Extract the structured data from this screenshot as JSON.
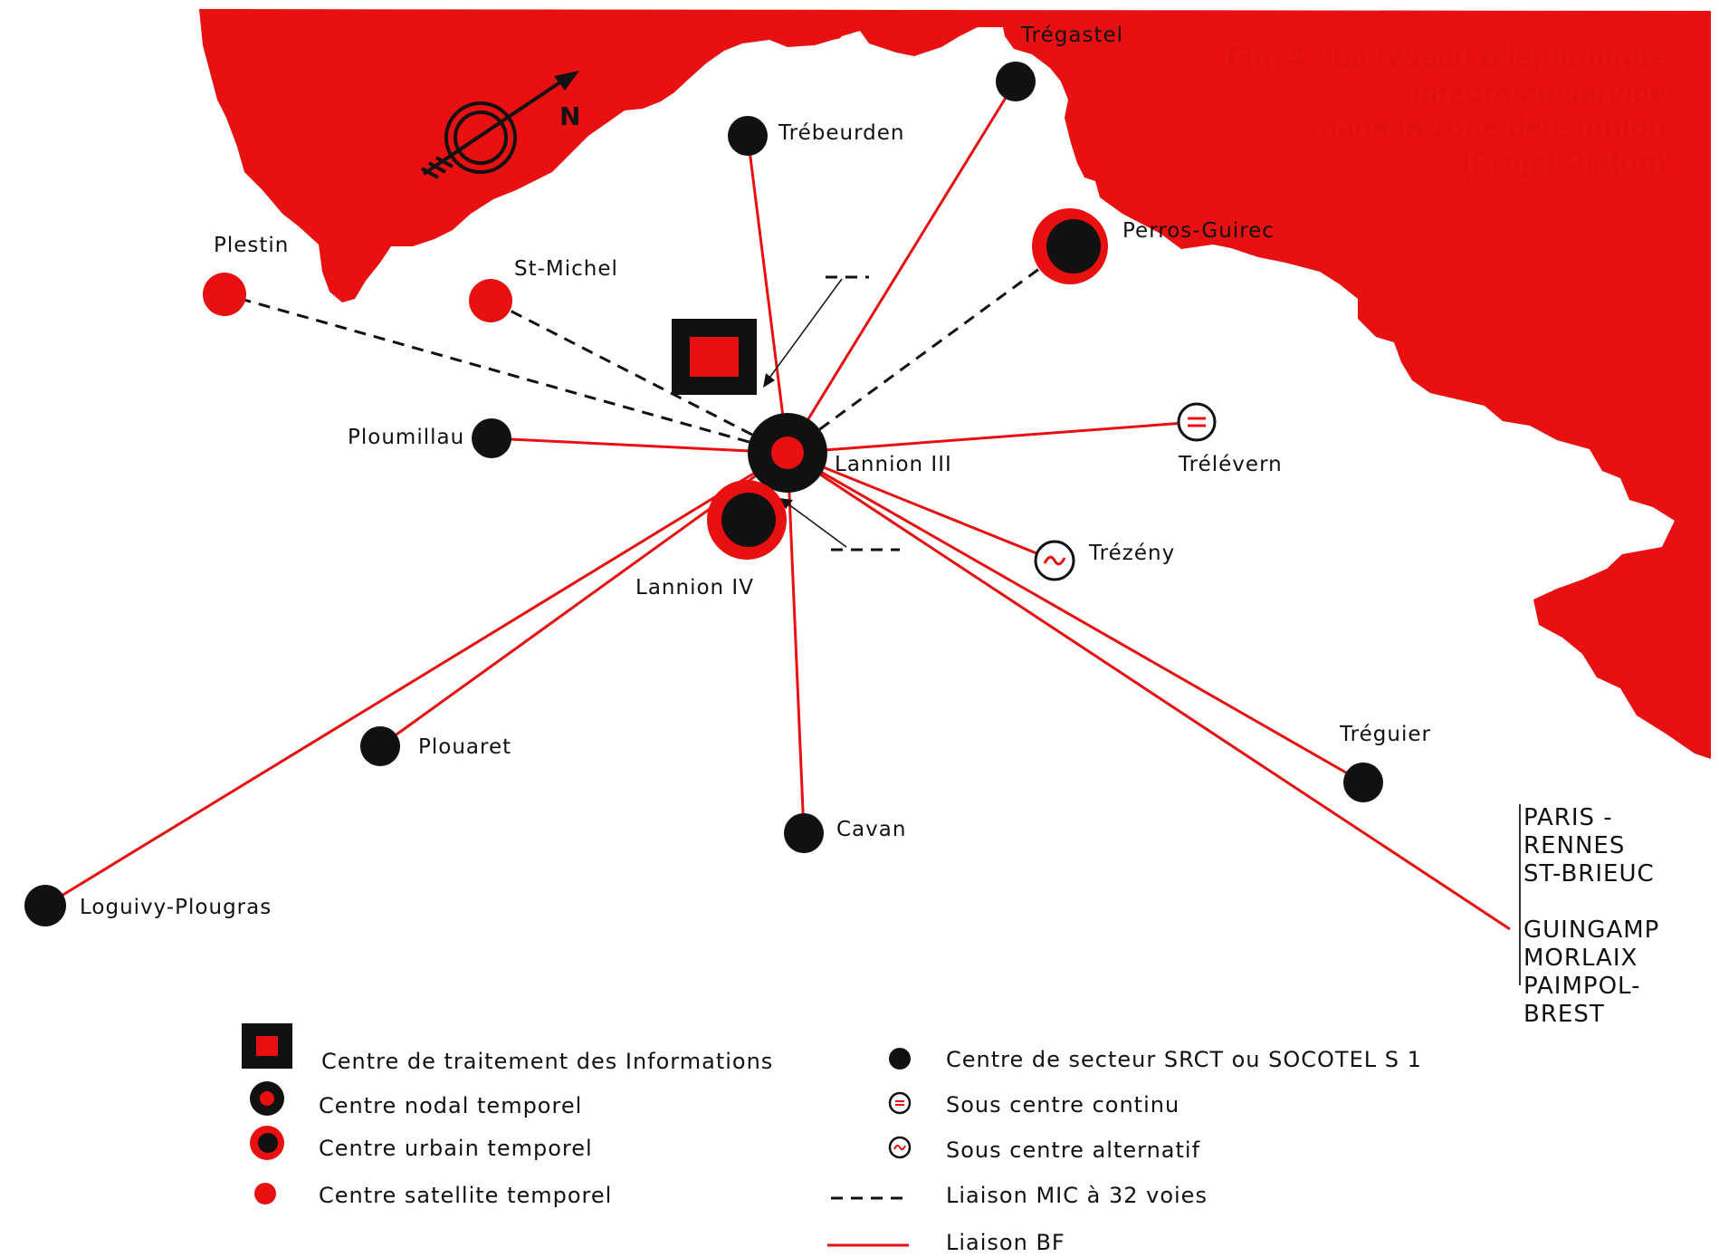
{
  "title": {
    "line1": "Fig. 4 : Le réseau téléphonique",
    "line2": "intégré en service",
    "line3": "dans la zone de Lannion",
    "line4": "(Projet Platon)"
  },
  "compass_label": "N",
  "places": {
    "tregastel": "Trégastel",
    "trebeurden": "Trébeurden",
    "perros_guirec": "Perros-Guirec",
    "plestin": "Plestin",
    "st_michel": "St-Michel",
    "ploumillau": "Ploumillau",
    "lannion_iii": "Lannion III",
    "lannion_iv": "Lannion IV",
    "trelevern": "Trélévern",
    "trezeny": "Trézény",
    "plouaret": "Plouaret",
    "cavan": "Cavan",
    "treguier": "Tréguier",
    "loguivy": "Loguivy-Plougras"
  },
  "destinations": {
    "line1": "PARIS - RENNES",
    "line2": "ST-BRIEUC",
    "line3": "GUINGAMP",
    "line4": "MORLAIX",
    "line5": "PAIMPOL-BREST"
  },
  "legend": {
    "info_center": "Centre de traitement des Informations",
    "nodal": "Centre nodal temporel",
    "urban": "Centre urbain temporel",
    "satellite": "Centre satellite temporel",
    "sector": "Centre de secteur SRCT ou SOCOTEL S 1",
    "continuous": "Sous centre continu",
    "alternating": "Sous centre alternatif",
    "mic_link": "Liaison MIC à 32 voies",
    "bf_link": "Liaison BF"
  },
  "colors": {
    "red": "#e81010",
    "black": "#111111"
  }
}
